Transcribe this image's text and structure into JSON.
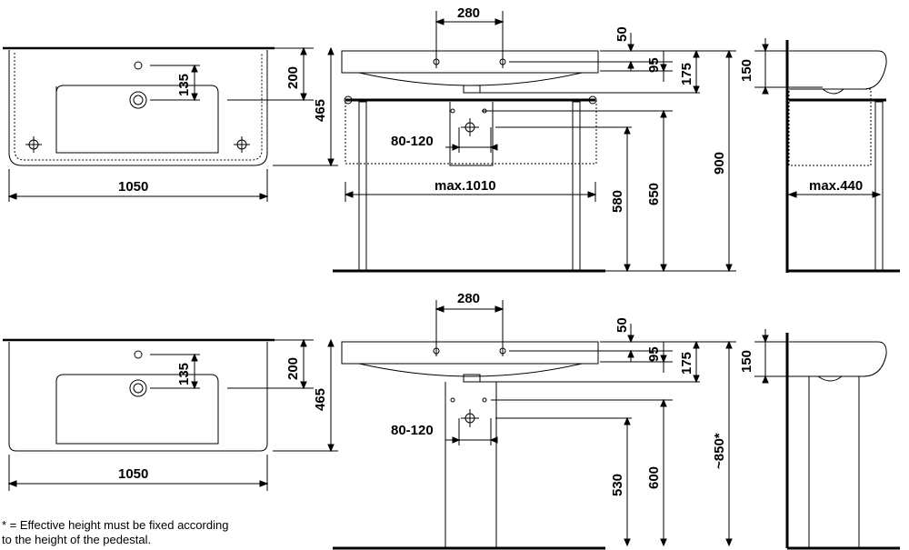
{
  "top": {
    "plan": {
      "width": "1050",
      "depth": "465",
      "dim_200": "200",
      "dim_135": "135"
    },
    "front": {
      "hole_spacing": "280",
      "rail_width": "max.1010",
      "outlet_range": "80-120",
      "dim_50": "50",
      "dim_95": "95",
      "dim_175": "175",
      "dim_580": "580",
      "dim_650": "650",
      "dim_900": "900"
    },
    "side": {
      "dim_150": "150",
      "depth": "max.440"
    }
  },
  "bottom": {
    "plan": {
      "width": "1050",
      "depth": "465",
      "dim_200": "200",
      "dim_135": "135"
    },
    "front": {
      "hole_spacing": "280",
      "outlet_range": "80-120",
      "dim_50": "50",
      "dim_95": "95",
      "dim_175": "175",
      "dim_530": "530",
      "dim_600": "600",
      "dim_850": "~850*"
    },
    "side": {
      "dim_150": "150"
    }
  },
  "footnote": {
    "line1": "* = Effective height must be fixed according",
    "line2": "to the height of the pedestal."
  }
}
